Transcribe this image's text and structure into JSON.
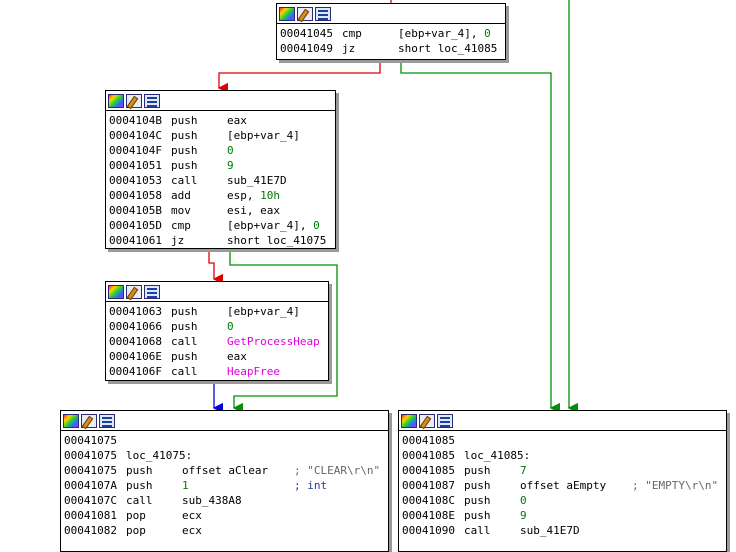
{
  "blocks": {
    "b1": {
      "lines": [
        {
          "addr": "00041045",
          "mn": "cmp",
          "op": "[ebp+var_4], 0"
        },
        {
          "addr": "00041049",
          "mn": "jz",
          "op": "short loc_41085"
        }
      ]
    },
    "b2": {
      "lines": [
        {
          "addr": "0004104B",
          "mn": "push",
          "op": "eax"
        },
        {
          "addr": "0004104C",
          "mn": "push",
          "op": "[ebp+var_4]"
        },
        {
          "addr": "0004104F",
          "mn": "push",
          "op": "0"
        },
        {
          "addr": "00041051",
          "mn": "push",
          "op": "9"
        },
        {
          "addr": "00041053",
          "mn": "call",
          "op": "sub_41E7D"
        },
        {
          "addr": "00041058",
          "mn": "add",
          "op": "esp, 10h"
        },
        {
          "addr": "0004105B",
          "mn": "mov",
          "op": "esi, eax"
        },
        {
          "addr": "0004105D",
          "mn": "cmp",
          "op": "[ebp+var_4], 0"
        },
        {
          "addr": "00041061",
          "mn": "jz",
          "op": "short loc_41075"
        }
      ]
    },
    "b3": {
      "lines": [
        {
          "addr": "00041063",
          "mn": "push",
          "op": "[ebp+var_4]"
        },
        {
          "addr": "00041066",
          "mn": "push",
          "op": "0"
        },
        {
          "addr": "00041068",
          "mn": "call",
          "op": "GetProcessHeap"
        },
        {
          "addr": "0004106E",
          "mn": "push",
          "op": "eax"
        },
        {
          "addr": "0004106F",
          "mn": "call",
          "op": "HeapFree"
        }
      ]
    },
    "b4": {
      "label_addr": "00041075",
      "label": "loc_41075:",
      "lines": [
        {
          "addr": "00041075",
          "mn": "push",
          "op": "offset aClear",
          "cmt": "; \"CLEAR\\r\\n\""
        },
        {
          "addr": "0004107A",
          "mn": "push",
          "op": "1",
          "cmt": "; int"
        },
        {
          "addr": "0004107C",
          "mn": "call",
          "op": "sub_438A8"
        },
        {
          "addr": "00041081",
          "mn": "pop",
          "op": "ecx"
        },
        {
          "addr": "00041082",
          "mn": "pop",
          "op": "ecx"
        }
      ]
    },
    "b5": {
      "label_addr": "00041085",
      "label": "loc_41085:",
      "lines": [
        {
          "addr": "00041085",
          "mn": "push",
          "op": "7"
        },
        {
          "addr": "00041087",
          "mn": "push",
          "op": "offset aEmpty",
          "cmt": "; \"EMPTY\\r\\n\""
        },
        {
          "addr": "0004108C",
          "mn": "push",
          "op": "0"
        },
        {
          "addr": "0004108E",
          "mn": "push",
          "op": "9"
        },
        {
          "addr": "00041090",
          "mn": "call",
          "op": "sub_41E7D"
        }
      ]
    }
  },
  "colors": {
    "true_edge": "#009000",
    "false_edge": "#e00000",
    "uncond_edge": "#0000e0",
    "number": "#007a00",
    "import": "#e000e0",
    "comment": "#666666"
  },
  "icons": [
    "color-palette-icon",
    "edit-pencil-icon",
    "graph-overview-icon"
  ]
}
